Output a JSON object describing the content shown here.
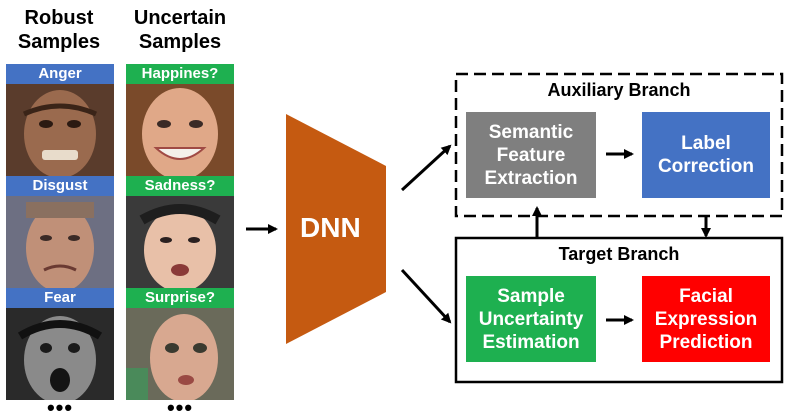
{
  "columns": {
    "robust": [
      "Robust",
      "Samples"
    ],
    "uncertain": [
      "Uncertain",
      "Samples"
    ]
  },
  "robust_samples": [
    {
      "label": "Anger"
    },
    {
      "label": "Disgust"
    },
    {
      "label": "Fear"
    }
  ],
  "uncertain_samples": [
    {
      "label": "Happines?"
    },
    {
      "label": "Sadness?"
    },
    {
      "label": "Surprise?"
    }
  ],
  "ellipsis": "•••",
  "network": {
    "label": "DNN",
    "color": "#c55a11"
  },
  "auxiliary_branch": {
    "title": "Auxiliary Branch",
    "boxes": [
      {
        "lines": [
          "Semantic",
          "Feature",
          "Extraction"
        ],
        "color": "#7f7f7f"
      },
      {
        "lines": [
          "Label",
          "Correction"
        ],
        "color": "#4472c4"
      }
    ]
  },
  "target_branch": {
    "title": "Target Branch",
    "boxes": [
      {
        "lines": [
          "Sample",
          "Uncertainty",
          "Estimation"
        ],
        "color": "#1eb050"
      },
      {
        "lines": [
          "Facial",
          "Expression",
          "Prediction"
        ],
        "color": "#ff0000"
      }
    ]
  },
  "colors": {
    "robust_tag": "#4472c4",
    "uncertain_tag": "#1eb050"
  }
}
